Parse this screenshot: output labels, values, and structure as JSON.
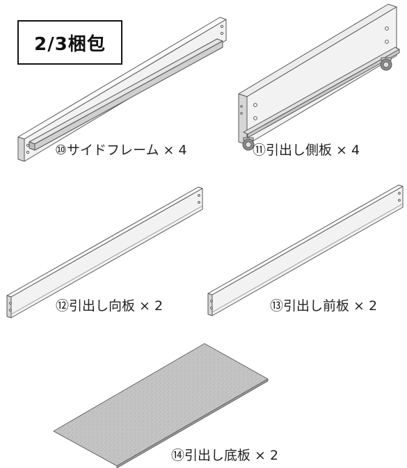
{
  "package_badge": "2/3梱包",
  "parts": [
    {
      "label": "⑩サイドフレーム × 4"
    },
    {
      "label": "⑪引出し側板 × 4"
    },
    {
      "label": "⑫引出し向板 × 2"
    },
    {
      "label": "⑬引出し前板 × 2"
    },
    {
      "label": "⑭引出し底板 × 2"
    }
  ],
  "colors": {
    "outline": "#555555",
    "face": "#f2f2f2",
    "panel_top": "#ececec",
    "shade": "#c9c9c9",
    "board": "#bdbdbd",
    "background": "#ffffff"
  }
}
